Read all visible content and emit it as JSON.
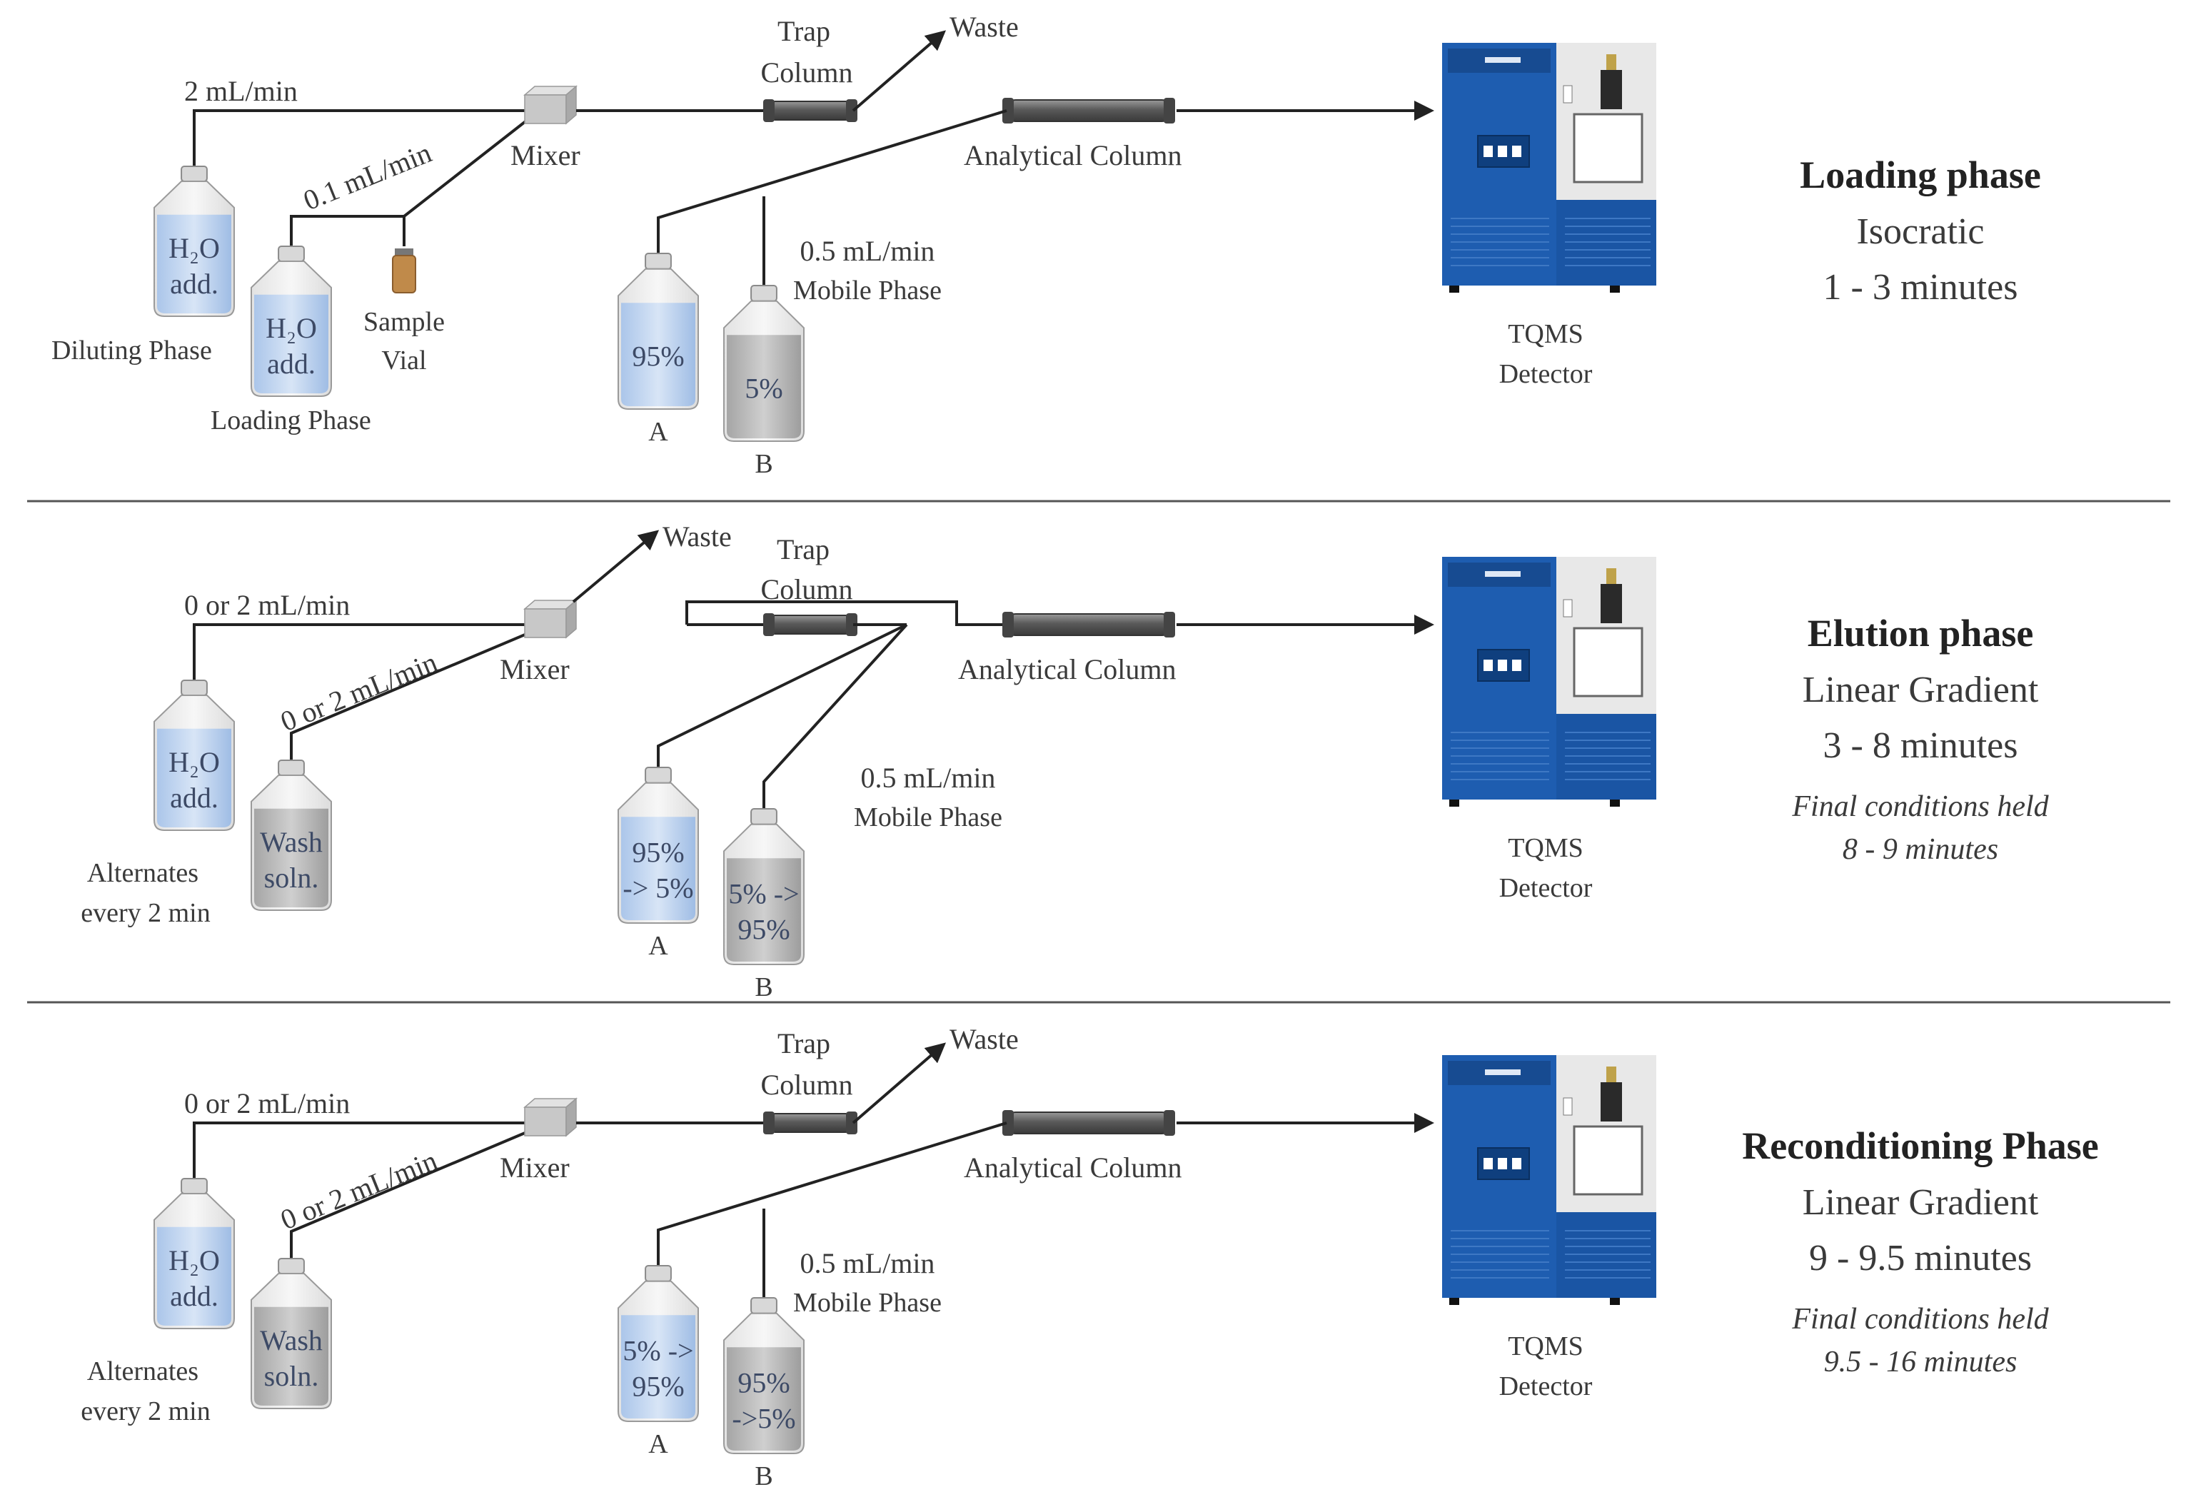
{
  "panels": [
    {
      "title": "Loading phase",
      "mode": "Isocratic",
      "time": "1 - 3 minutes",
      "held_label": "",
      "held_time": "",
      "flow_top": "2 mL/min",
      "flow_second": "0.1 mL/min",
      "bottle1": {
        "line1": "H₂O",
        "line2": "add."
      },
      "bottle2": {
        "line1": "H₂O",
        "line2": "add."
      },
      "bottle1_caption": [
        "Diluting Phase"
      ],
      "bottle2_caption": [
        "Loading Phase"
      ],
      "sample_vial": [
        "Sample",
        "Vial"
      ],
      "mixer": "Mixer",
      "trap_column": [
        "Trap",
        "Column"
      ],
      "waste": "Waste",
      "analytical_column": "Analytical Column",
      "mobile_flow": "0.5 mL/min",
      "mobile_phase": "Mobile Phase",
      "bottleA": [
        "95%"
      ],
      "bottleB": [
        "5%"
      ],
      "labelA": "A",
      "labelB": "B",
      "detector": [
        "TQMS",
        "Detector"
      ]
    },
    {
      "title": "Elution phase",
      "mode": "Linear Gradient",
      "time": "3 - 8 minutes",
      "held_label": "Final conditions held",
      "held_time": "8 - 9 minutes",
      "flow_top": "0 or 2 mL/min",
      "flow_second": "0 or 2 mL/min",
      "bottle1": {
        "line1": "H₂O",
        "line2": "add."
      },
      "bottle2": {
        "line1": "Wash",
        "line2": "soln."
      },
      "bottle1_caption": [
        "Alternates",
        "every 2 min"
      ],
      "bottle2_caption": [],
      "sample_vial": [],
      "mixer": "Mixer",
      "trap_column": [
        "Trap",
        "Column"
      ],
      "waste": "Waste",
      "analytical_column": "Analytical Column",
      "mobile_flow": "0.5 mL/min",
      "mobile_phase": "Mobile Phase",
      "bottleA": [
        "95%",
        "-> 5%"
      ],
      "bottleB": [
        "5% ->",
        "95%"
      ],
      "labelA": "A",
      "labelB": "B",
      "detector": [
        "TQMS",
        "Detector"
      ]
    },
    {
      "title": "Reconditioning Phase",
      "mode": "Linear Gradient",
      "time": "9 - 9.5 minutes",
      "held_label": "Final conditions held",
      "held_time": "9.5 - 16 minutes",
      "flow_top": "0 or 2 mL/min",
      "flow_second": "0 or 2 mL/min",
      "bottle1": {
        "line1": "H₂O",
        "line2": "add."
      },
      "bottle2": {
        "line1": "Wash",
        "line2": "soln."
      },
      "bottle1_caption": [
        "Alternates",
        "every 2 min"
      ],
      "bottle2_caption": [],
      "sample_vial": [],
      "mixer": "Mixer",
      "trap_column": [
        "Trap",
        "Column"
      ],
      "waste": "Waste",
      "analytical_column": "Analytical Column",
      "mobile_flow": "0.5 mL/min",
      "mobile_phase": "Mobile Phase",
      "bottleA": [
        "5% ->",
        "95%"
      ],
      "bottleB": [
        "95%",
        "->5%"
      ],
      "labelA": "A",
      "labelB": "B",
      "detector": [
        "TQMS",
        "Detector"
      ]
    }
  ],
  "colors": {
    "water_bottle": "#bcd3ef",
    "gray_bottle": "#b8b8b8",
    "detector_blue": "#1f5fb0",
    "column_gray": "#777777"
  }
}
